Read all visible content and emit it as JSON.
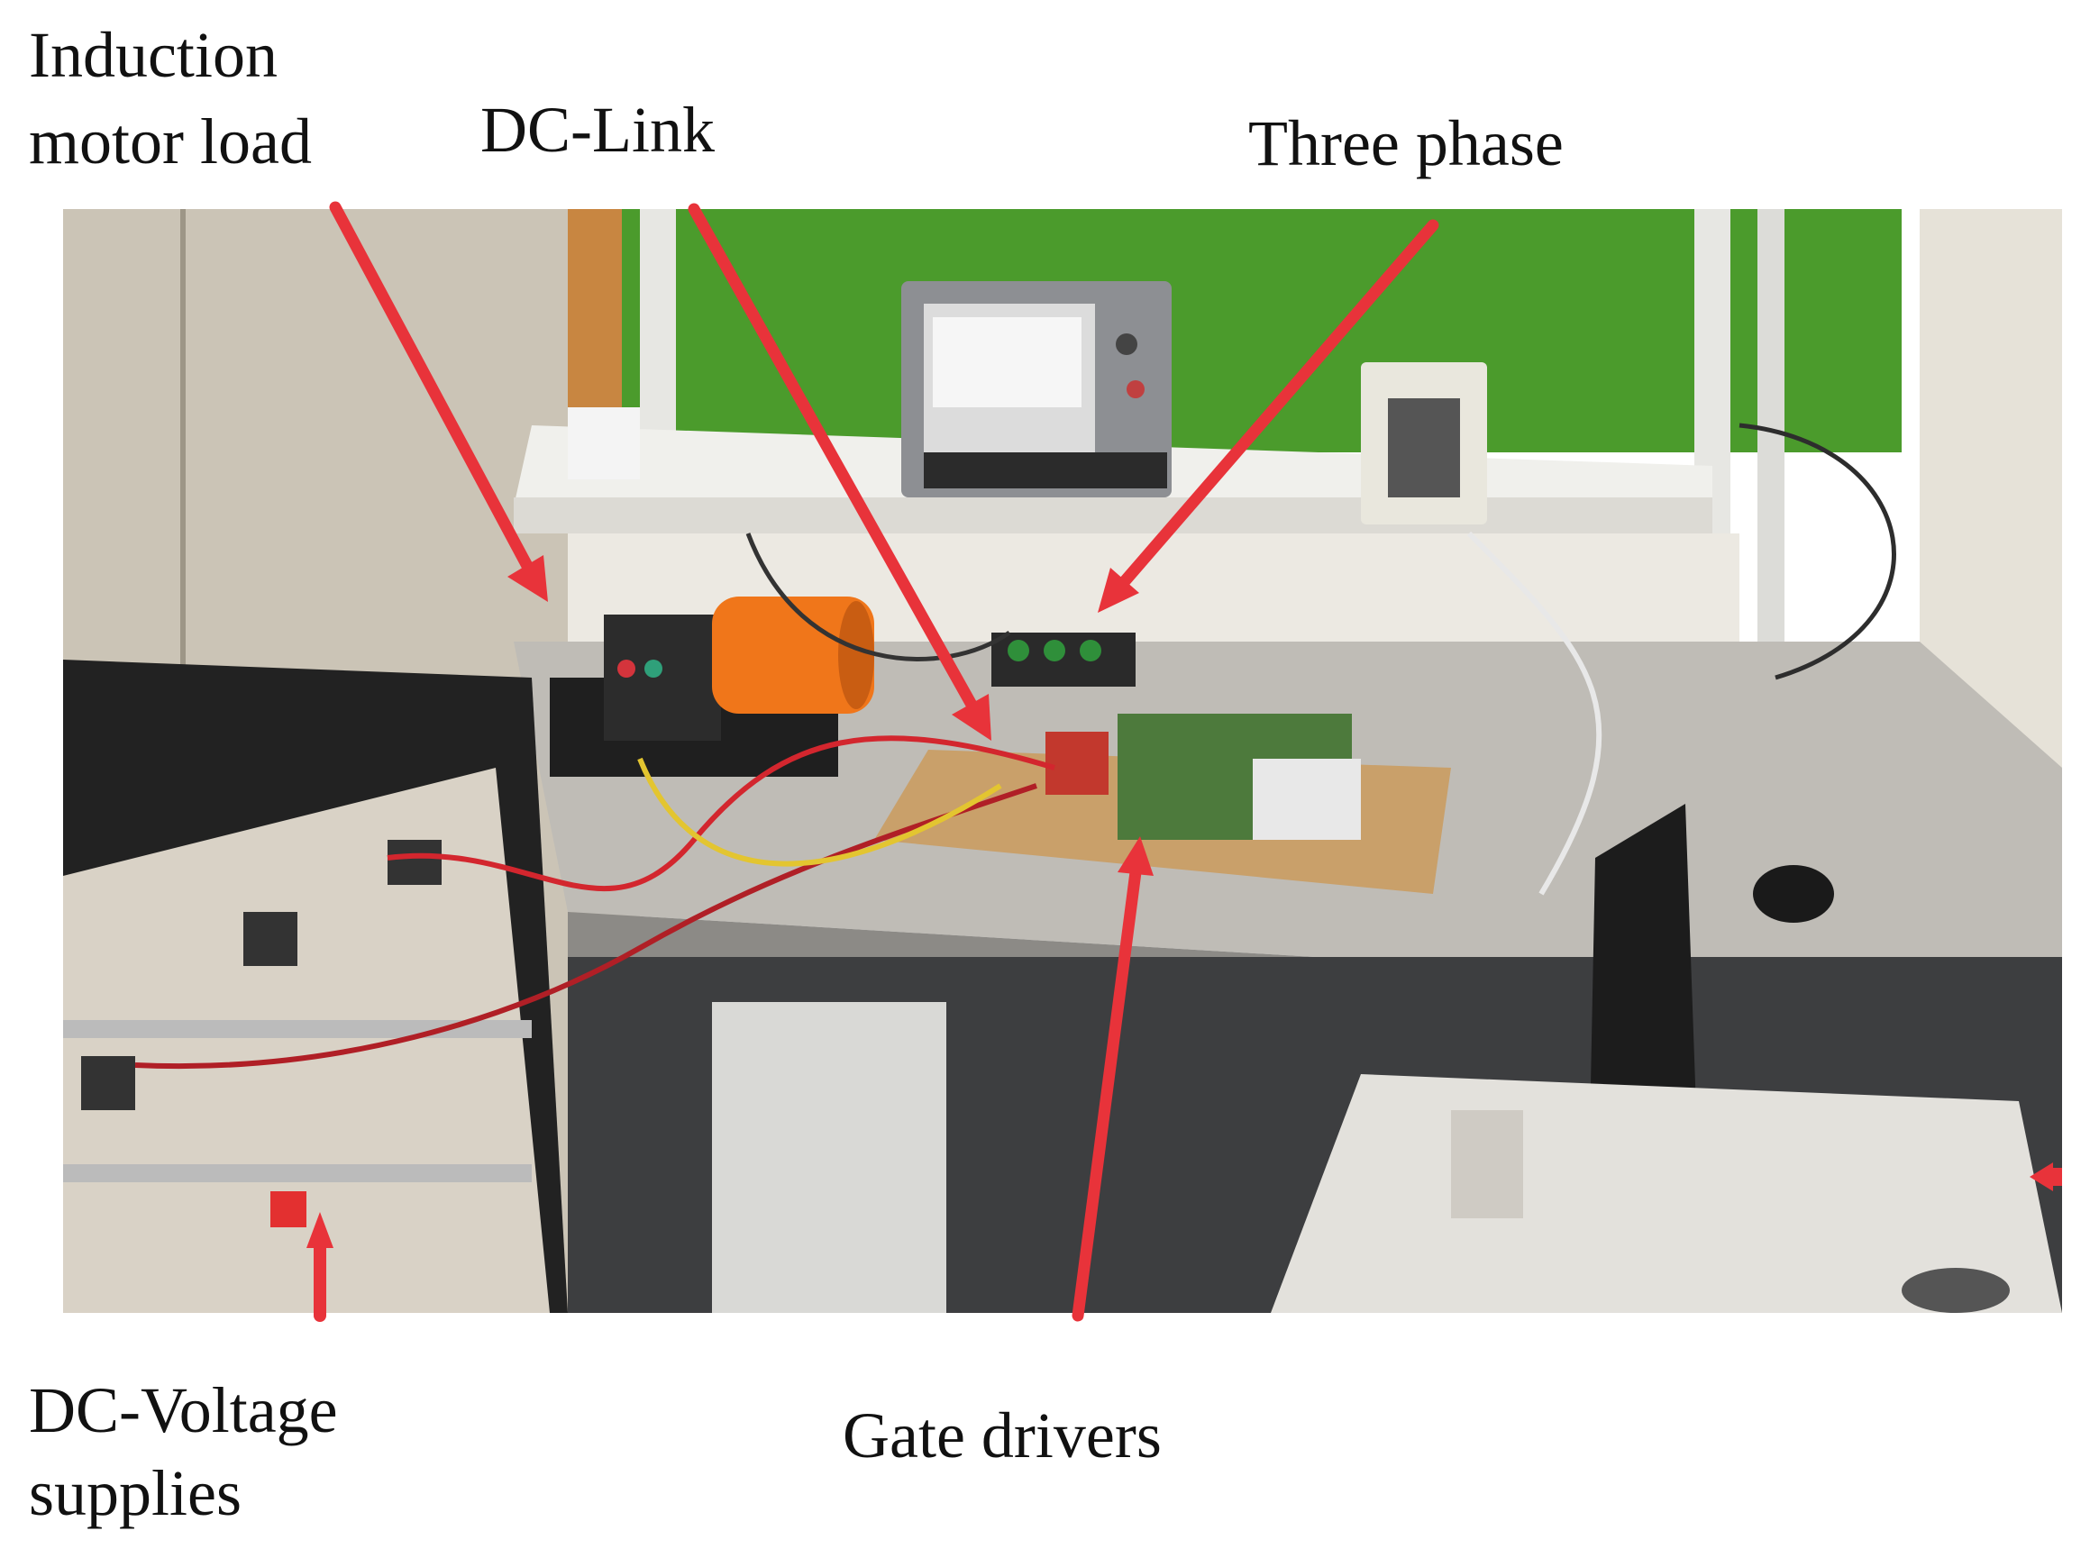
{
  "labels": {
    "induction_motor_load": [
      "Induction",
      "motor load"
    ],
    "dc_link": "DC-Link",
    "three_phase": "Three phase",
    "dc_voltage_supplies": [
      "DC-Voltage",
      "supplies"
    ],
    "gate_drivers": "Gate drivers"
  },
  "colors": {
    "arrow": "#e8333a",
    "background": "#ffffff",
    "label_text": "#111111"
  }
}
